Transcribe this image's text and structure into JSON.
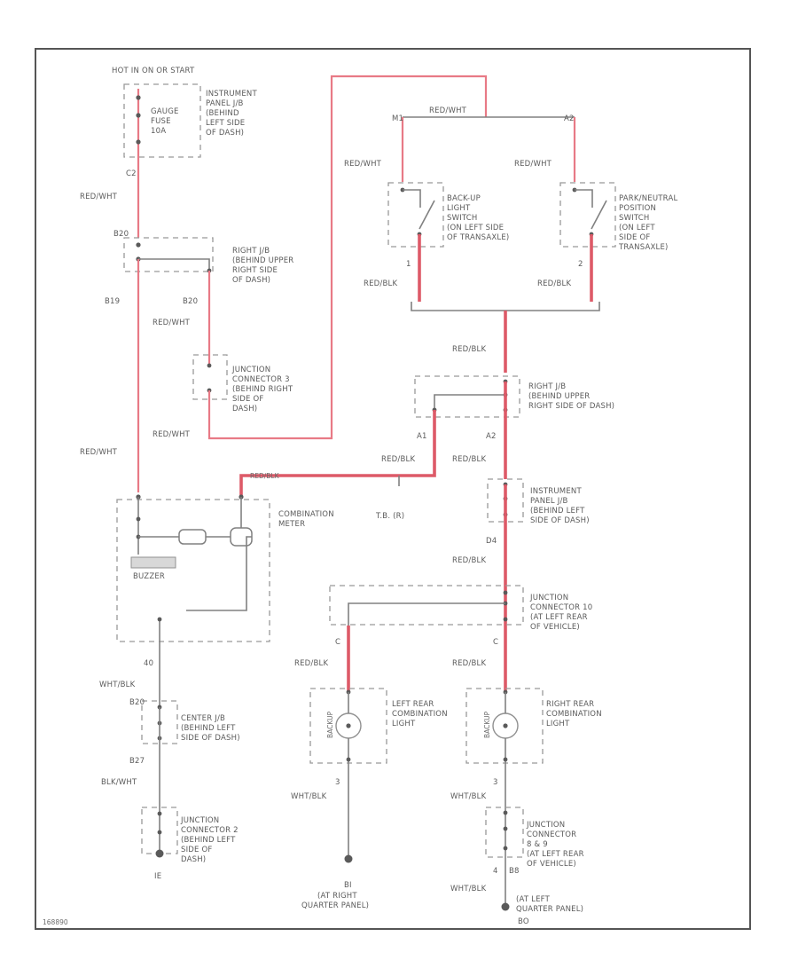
{
  "diagram_id": "168890",
  "labels": {
    "hot_in_on_start": "HOT IN ON OR START",
    "ipjb": [
      "INSTRUMENT",
      "PANEL J/B",
      "(BEHIND",
      "LEFT SIDE",
      "OF DASH)"
    ],
    "gauge_fuse": [
      "GAUGE",
      "FUSE",
      "10A"
    ],
    "pin_c2": "C2",
    "red_wht_1": "RED/WHT",
    "pin_b20_top": "B20",
    "rjb_top": [
      "RIGHT J/B",
      "(BEHIND UPPER",
      "RIGHT SIDE",
      "OF DASH)"
    ],
    "pin_b19": "B19",
    "pin_b20": "B20",
    "red_wht_2": "RED/WHT",
    "jc3": [
      "JUNCTION",
      "CONNECTOR 3",
      "(BEHIND RIGHT",
      "SIDE OF",
      "DASH)"
    ],
    "red_wht_3": "RED/WHT",
    "red_wht_4": "RED/WHT",
    "pin_m1": "M1",
    "pin_a2_top": "A2",
    "red_wht_top": "RED/WHT",
    "red_wht_l": "RED/WHT",
    "red_wht_r": "RED/WHT",
    "backup_sw": [
      "BACK-UP",
      "LIGHT",
      "SWITCH",
      "(ON LEFT SIDE",
      "OF TRANSAXLE)"
    ],
    "pn_sw": [
      "PARK/NEUTRAL",
      "POSITION",
      "SWITCH",
      "(ON LEFT",
      "SIDE OF",
      "TRANSAXLE)"
    ],
    "pin_1": "1",
    "pin_2": "2",
    "red_blk_1": "RED/BLK",
    "red_blk_2": "RED/BLK",
    "red_blk_3": "RED/BLK",
    "rjb_mid": [
      "RIGHT J/B",
      "(BEHIND UPPER",
      "RIGHT SIDE OF DASH)"
    ],
    "pin_a1": "A1",
    "pin_a2": "A2",
    "red_blk_4": "RED/BLK",
    "red_blk_5": "RED/BLK",
    "red_blk_6": "RED/BLK",
    "ipjb_mid": [
      "INSTRUMENT",
      "PANEL J/B",
      "(BEHIND LEFT",
      "SIDE OF DASH)"
    ],
    "pin_d4": "D4",
    "red_blk_7": "RED/BLK",
    "comb_meter": [
      "COMBINATION",
      "METER"
    ],
    "tail_ind": "T.B. (R)",
    "buzzer": "BUZZER",
    "jc10": [
      "JUNCTION",
      "CONNECTOR 10",
      "(AT LEFT REAR",
      "OF VEHICLE)"
    ],
    "pin_c_l": "C",
    "pin_c_r": "C",
    "red_blk_8": "RED/BLK",
    "red_blk_9": "RED/BLK",
    "pin_40": "40",
    "wht_blk_1": "WHT/BLK",
    "pin_b20c": "B20",
    "center_jb": [
      "CENTER J/B",
      "(BEHIND LEFT",
      "SIDE OF DASH)"
    ],
    "lrcl": [
      "LEFT REAR",
      "COMBINATION",
      "LIGHT"
    ],
    "rrcl": [
      "RIGHT REAR",
      "COMBINATION",
      "LIGHT"
    ],
    "backup_lamp_l": "BACKUP",
    "backup_lamp_r": "BACKUP",
    "pin_b27": "B27",
    "blk_wht": "BLK/WHT",
    "pin_3_l": "3",
    "pin_3_r": "3",
    "wht_blk_2": "WHT/BLK",
    "wht_blk_3": "WHT/BLK",
    "jc2": [
      "JUNCTION",
      "CONNECTOR 2",
      "(BEHIND LEFT",
      "SIDE OF",
      "DASH)"
    ],
    "jc88": [
      "JUNCTION",
      "CONNECTOR",
      "8 & 9",
      "(AT LEFT REAR",
      "OF VEHICLE)"
    ],
    "pin_4": "4",
    "pin_b8": "B8",
    "wht_blk_4": "WHT/BLK",
    "pin_ie": "IE",
    "gnd_right_id": "BI",
    "gnd_right": [
      "(AT RIGHT",
      "QUARTER PANEL)"
    ],
    "gnd_left": [
      "(AT LEFT",
      "QUARTER PANEL)"
    ],
    "gnd_left_id": "BO"
  },
  "colors": {
    "red_wire": "#e87a86",
    "red_wire_thick": "#dd5a68",
    "black_wire": "#808080",
    "dashed_box": "#999999"
  }
}
